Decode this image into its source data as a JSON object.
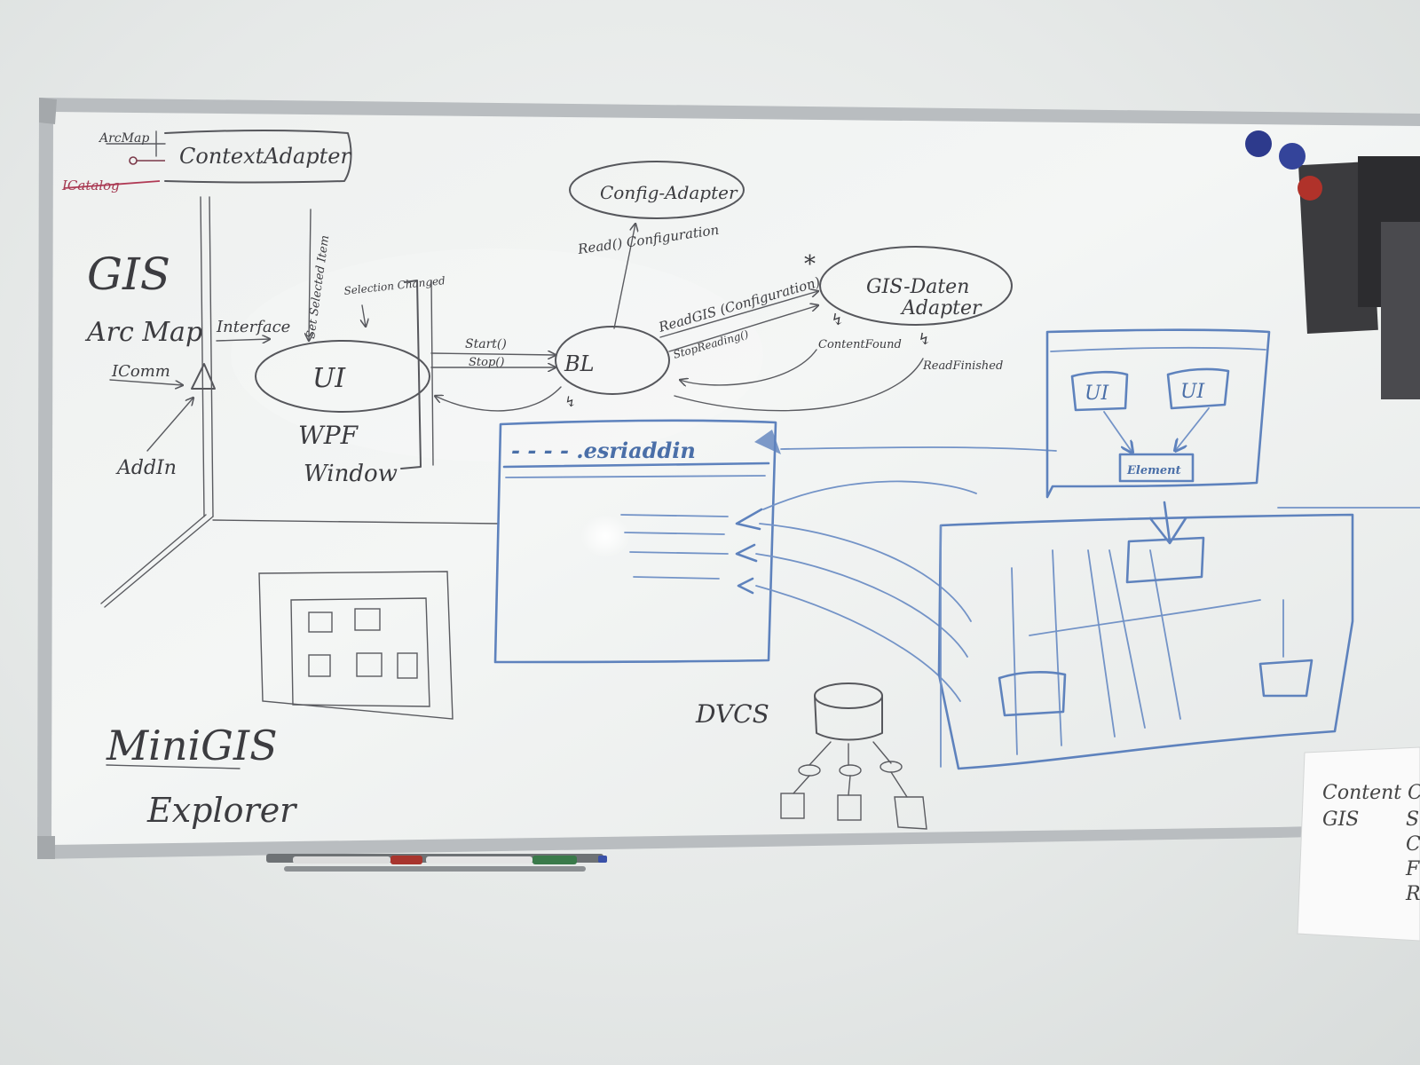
{
  "whiteboard": {
    "top_left": {
      "arcmap_small": "ArcMap",
      "context_adapter": "ContextAdapter",
      "red_label": "ICatalog",
      "gis": "GIS",
      "arcmap": "Arc Map",
      "icomm": "IComm",
      "addin": "AddIn",
      "interface": "Interface",
      "vertical_text": "Set Selected Item",
      "selection_changed": "Selection Changed",
      "ui": "UI",
      "wpf": "WPF",
      "window": "Window"
    },
    "center": {
      "config_adapter": "Config-Adapter",
      "read_config": "Read() Configuration",
      "bl": "BL",
      "start_stop_1": "Start()",
      "start_stop_2": "Stop()",
      "read_gis": "ReadGIS (Configuration)",
      "stop_reading": "StopReading()",
      "gis_data_adapter_1": "GIS-Daten",
      "gis_data_adapter_2": "Adapter",
      "star": "*",
      "content_found": "ContentFound",
      "read_finished": "ReadFinished"
    },
    "blue_window": {
      "title": "- - - - .esriaddin"
    },
    "bottom": {
      "dvcs": "DVCS",
      "minigis": "MiniGIS",
      "explorer": "Explorer"
    },
    "right_panel": {
      "ui_left": "UI",
      "ui_right": "UI",
      "element": "Element"
    }
  },
  "paper_note": {
    "line1": "Content",
    "line2": "GIS"
  },
  "colors": {
    "wall": "#e6e9e8",
    "board": "#f1f3f2",
    "frame": "#b8bcbf",
    "dark_ink": "#3c3c40",
    "blue_ink": "#5e82bd",
    "red_ink": "#a43a52",
    "magnet_blue": "#2d3a8c",
    "magnet_red": "#b0322a"
  }
}
